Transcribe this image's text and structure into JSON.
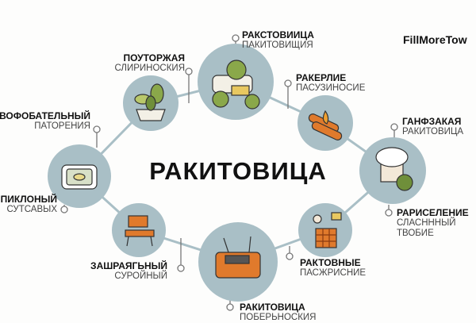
{
  "title": "РАКИТОВИЦА",
  "brand": "FillMoreTow",
  "colors": {
    "node": "#a9bfc6",
    "line": "#a9bfc6",
    "accent": "#e07a2c",
    "green": "#8aa84a"
  },
  "nodes": [
    {
      "title": "РАКСТОВИИЦА",
      "subtitle": "ПАКИТОВИЩИЯ",
      "icon": "tractor-icon"
    },
    {
      "title": "ПОУТОРЖАЯ",
      "subtitle": "СЛИРИНОСКИЯ",
      "icon": "plant-pot-icon"
    },
    {
      "title": "ВОФОБАТЕЛЬНЫЙ",
      "subtitle": "ПАТОРЕНИЯ",
      "icon": "tray-icon"
    },
    {
      "title": "ПИКЛОНЫЙ",
      "subtitle": "СУТСАВЫХ",
      "icon": "tray-icon"
    },
    {
      "title": "РАКЕРЛИЕ",
      "subtitle": "ПАСУЗИНОСИЕ",
      "icon": "logs-fire-icon"
    },
    {
      "title": "ГАНФЗАКАЯ",
      "subtitle": "РАКИТОВИЦА",
      "icon": "cloud-box-icon"
    },
    {
      "title": "РАРИСЕЛЕНИЕ",
      "subtitle": "СЛАСНННЫЙ",
      "subtitle2": "ТВОБИЕ",
      "icon": "cloud-box-icon"
    },
    {
      "title": "ЗАШРАЯГЬНЫЙ",
      "subtitle": "СУРОЙНЫЙ",
      "icon": "chair-machine-icon"
    },
    {
      "title": "РАКИТОВИЦА",
      "subtitle": "ПОБЕРЬНОСКИЯ",
      "icon": "orange-machine-icon"
    },
    {
      "title": "РАКТОВНЫЕ",
      "subtitle": "ПАСЖРИСНИЕ",
      "icon": "crate-icon"
    }
  ]
}
